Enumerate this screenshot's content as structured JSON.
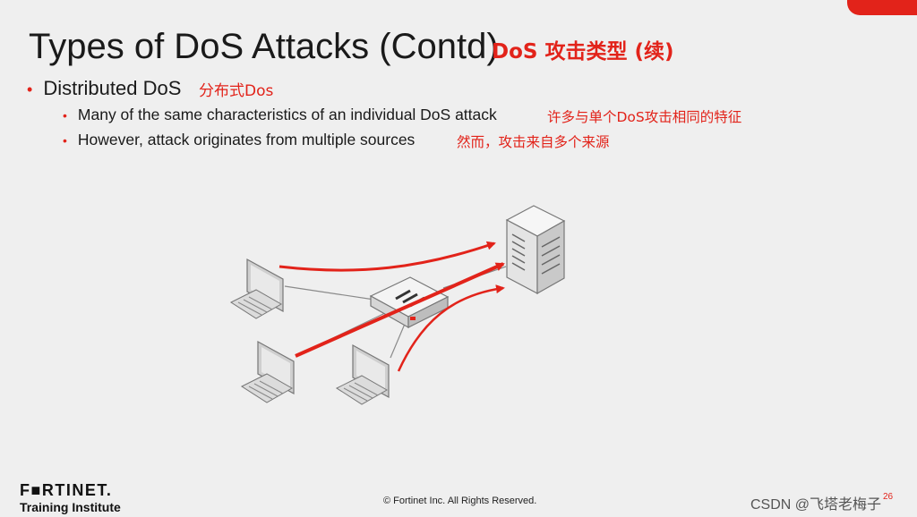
{
  "slide": {
    "title": "Types of DoS Attacks (Contd)",
    "title_cn": "DoS 攻击类型 (续)",
    "bullet1": "Distributed DoS",
    "bullet1_cn": "分布式Dos",
    "sub1": "Many of the same characteristics of an individual DoS attack",
    "sub1_cn": "许多与单个DoS攻击相同的特征",
    "sub2": "However, attack originates from multiple sources",
    "sub2_cn": "然而，攻击来自多个来源"
  },
  "footer": {
    "logo": "F■RTINET.",
    "logo_sub": "Training Institute",
    "copyright": "© Fortinet Inc. All Rights Reserved.",
    "page_number": "26",
    "watermark": "CSDN @飞塔老梅子"
  },
  "colors": {
    "accent": "#e2231a",
    "text": "#1a1a1a",
    "background": "#efefef"
  }
}
